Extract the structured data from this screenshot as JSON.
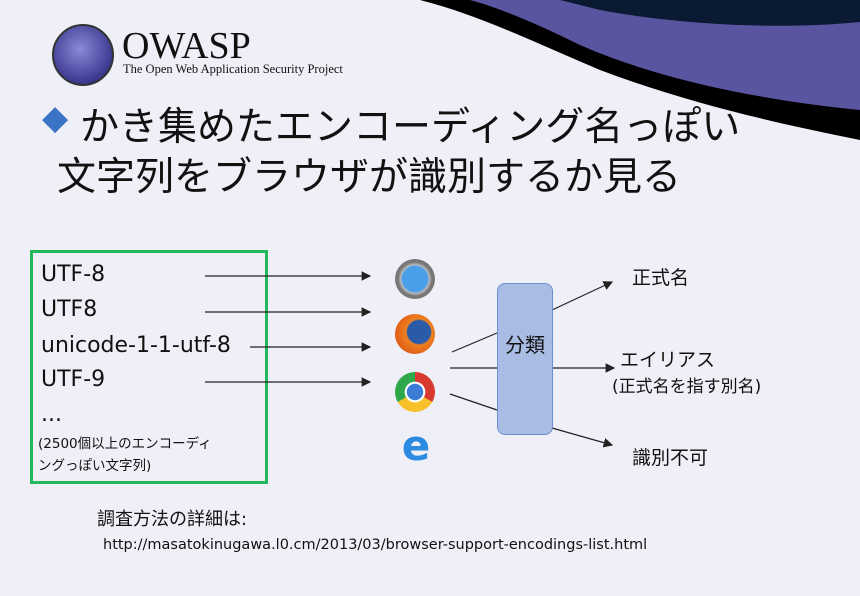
{
  "header": {
    "logo_name": "OWASP",
    "logo_subtitle": "The Open Web Application Security Project"
  },
  "title": {
    "bullet": "◆",
    "line1": "かき集めたエンコーディング名っぽい",
    "line2": "文字列をブラウザが識別するか見る"
  },
  "inputs": {
    "items": [
      "UTF-8",
      "UTF8",
      "unicode-1-1-utf-8",
      "UTF-9",
      "..."
    ],
    "note_line1": "(2500個以上のエンコーディ",
    "note_line2": "ングっぽい文字列)",
    "border_color": "#1fb85a"
  },
  "browsers": [
    "safari-icon",
    "firefox-icon",
    "chrome-icon",
    "internet-explorer-icon"
  ],
  "classifier": {
    "label": "分類"
  },
  "outputs": {
    "official": "正式名",
    "alias": "エイリアス",
    "alias_note": "(正式名を指す別名)",
    "unknown": "識別不可"
  },
  "footer": {
    "details_label": "調査方法の詳細は:",
    "url": "http://masatokinugawa.l0.cm/2013/03/browser-support-encodings-list.html"
  }
}
